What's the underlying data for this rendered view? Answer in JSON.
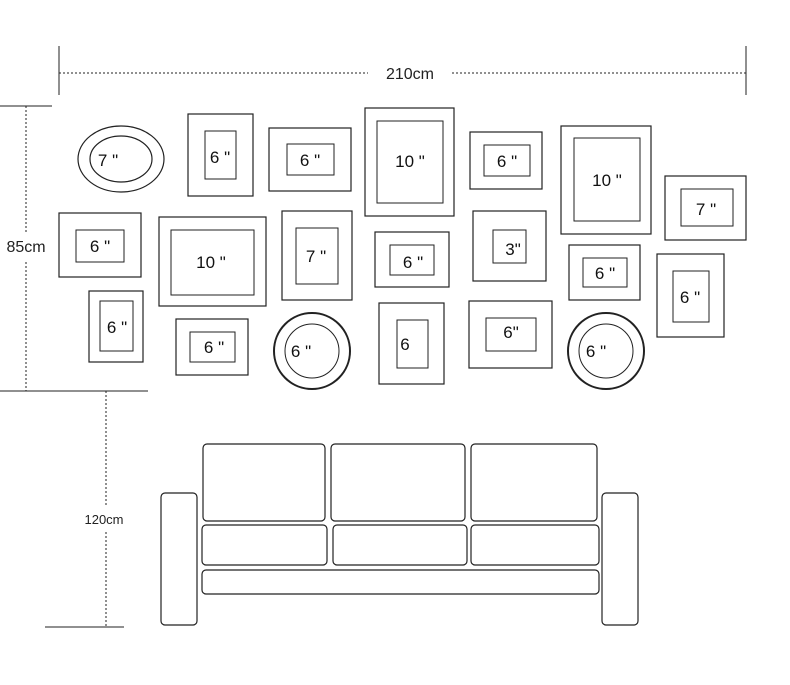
{
  "dimensions": {
    "width_label": "210cm",
    "wall_height_label": "85cm",
    "sofa_height_label": "120cm"
  },
  "frames": [
    {
      "id": "f1",
      "shape": "oval",
      "label": "7 \""
    },
    {
      "id": "f2",
      "shape": "rect",
      "label": "6 \""
    },
    {
      "id": "f3",
      "shape": "rect",
      "label": "6 \""
    },
    {
      "id": "f4",
      "shape": "rect",
      "label": "10 \""
    },
    {
      "id": "f5",
      "shape": "rect",
      "label": "6 \""
    },
    {
      "id": "f6",
      "shape": "rect",
      "label": "10 \""
    },
    {
      "id": "f7",
      "shape": "rect",
      "label": "7 \""
    },
    {
      "id": "f8",
      "shape": "rect",
      "label": "6 \""
    },
    {
      "id": "f9",
      "shape": "rect",
      "label": "10 \""
    },
    {
      "id": "f10",
      "shape": "rect",
      "label": "7 \""
    },
    {
      "id": "f11",
      "shape": "rect",
      "label": "6 \""
    },
    {
      "id": "f12",
      "shape": "rect",
      "label": "3\""
    },
    {
      "id": "f13",
      "shape": "rect",
      "label": "6 \""
    },
    {
      "id": "f14",
      "shape": "rect",
      "label": "6 \""
    },
    {
      "id": "f15",
      "shape": "rect",
      "label": "6 \""
    },
    {
      "id": "f16",
      "shape": "rect",
      "label": "6 \""
    },
    {
      "id": "f17",
      "shape": "circle",
      "label": "6 \""
    },
    {
      "id": "f18",
      "shape": "rect",
      "label": "6"
    },
    {
      "id": "f19",
      "shape": "rect",
      "label": "6\""
    },
    {
      "id": "f20",
      "shape": "circle",
      "label": "6 \""
    }
  ],
  "colors": {
    "line": "#222222",
    "background": "#ffffff"
  }
}
